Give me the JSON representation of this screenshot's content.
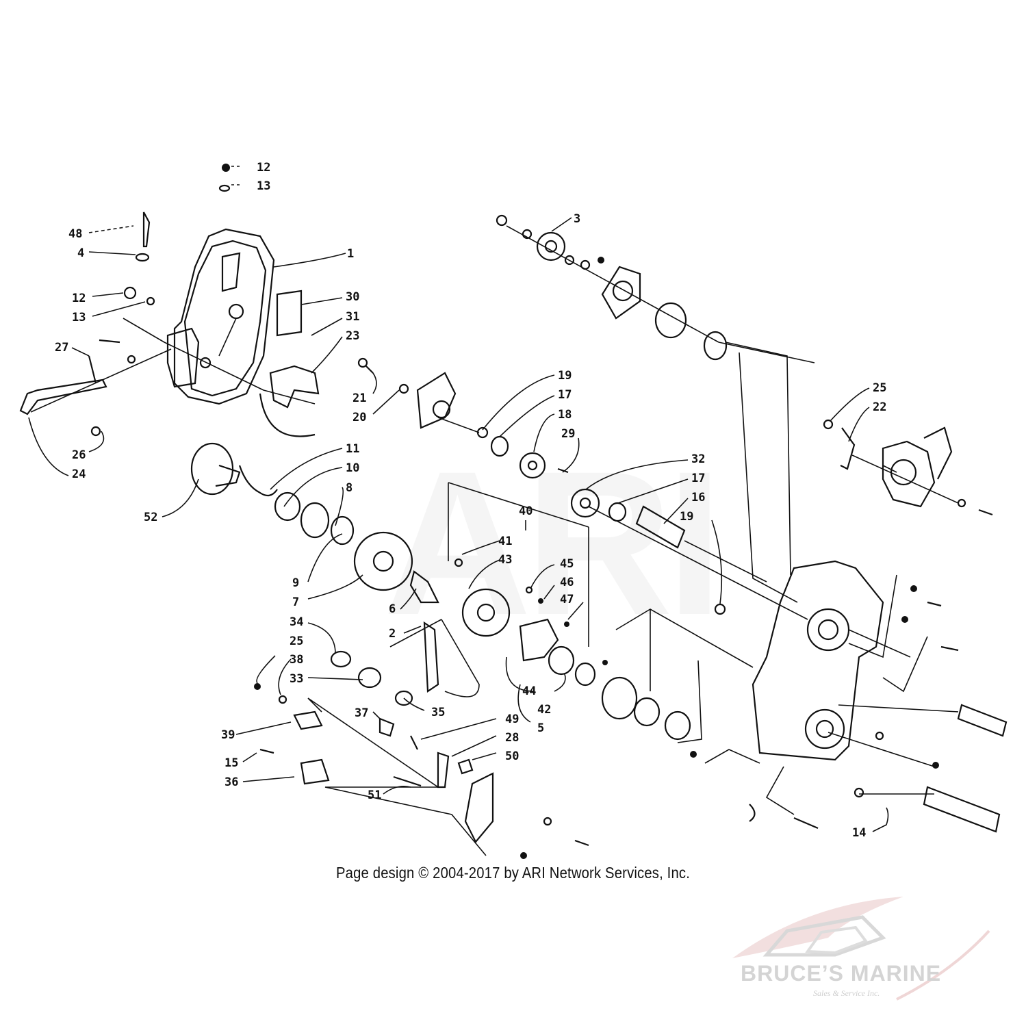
{
  "watermark_text": "ARI",
  "credit_text": "Page design © 2004-2017 by ARI Network Services, Inc.",
  "brand": {
    "name": "BRUCE’S MARINE",
    "subtitle": "Sales & Service Inc.",
    "accent_color": "#e8c4c4"
  },
  "callouts": [
    {
      "id": "c1",
      "label": "12"
    },
    {
      "id": "c2",
      "label": "13"
    },
    {
      "id": "c3",
      "label": "48"
    },
    {
      "id": "c4",
      "label": "4"
    },
    {
      "id": "c5",
      "label": "1"
    },
    {
      "id": "c6",
      "label": "12"
    },
    {
      "id": "c7",
      "label": "13"
    },
    {
      "id": "c8",
      "label": "30"
    },
    {
      "id": "c9",
      "label": "31"
    },
    {
      "id": "c10",
      "label": "23"
    },
    {
      "id": "c11",
      "label": "27"
    },
    {
      "id": "c12",
      "label": "26"
    },
    {
      "id": "c13",
      "label": "24"
    },
    {
      "id": "c14",
      "label": "21"
    },
    {
      "id": "c15",
      "label": "20"
    },
    {
      "id": "c16",
      "label": "3"
    },
    {
      "id": "c17",
      "label": "19"
    },
    {
      "id": "c18",
      "label": "17"
    },
    {
      "id": "c19",
      "label": "18"
    },
    {
      "id": "c20",
      "label": "29"
    },
    {
      "id": "c21",
      "label": "32"
    },
    {
      "id": "c22",
      "label": "17"
    },
    {
      "id": "c23",
      "label": "16"
    },
    {
      "id": "c24",
      "label": "19"
    },
    {
      "id": "c25",
      "label": "25"
    },
    {
      "id": "c26",
      "label": "22"
    },
    {
      "id": "c27",
      "label": "11"
    },
    {
      "id": "c28",
      "label": "10"
    },
    {
      "id": "c29",
      "label": "8"
    },
    {
      "id": "c30",
      "label": "52"
    },
    {
      "id": "c31",
      "label": "40"
    },
    {
      "id": "c32",
      "label": "41"
    },
    {
      "id": "c33",
      "label": "43"
    },
    {
      "id": "c34",
      "label": "45"
    },
    {
      "id": "c35",
      "label": "46"
    },
    {
      "id": "c36",
      "label": "47"
    },
    {
      "id": "c37",
      "label": "9"
    },
    {
      "id": "c38",
      "label": "7"
    },
    {
      "id": "c39",
      "label": "6"
    },
    {
      "id": "c40",
      "label": "2"
    },
    {
      "id": "c41",
      "label": "34"
    },
    {
      "id": "c42",
      "label": "25"
    },
    {
      "id": "c43",
      "label": "38"
    },
    {
      "id": "c44",
      "label": "33"
    },
    {
      "id": "c45",
      "label": "35"
    },
    {
      "id": "c46",
      "label": "44"
    },
    {
      "id": "c47",
      "label": "42"
    },
    {
      "id": "c48",
      "label": "5"
    },
    {
      "id": "c49",
      "label": "39"
    },
    {
      "id": "c50",
      "label": "37"
    },
    {
      "id": "c51",
      "label": "49"
    },
    {
      "id": "c52",
      "label": "28"
    },
    {
      "id": "c53",
      "label": "50"
    },
    {
      "id": "c54",
      "label": "15"
    },
    {
      "id": "c55",
      "label": "36"
    },
    {
      "id": "c56",
      "label": "51"
    },
    {
      "id": "c57",
      "label": "14"
    }
  ]
}
